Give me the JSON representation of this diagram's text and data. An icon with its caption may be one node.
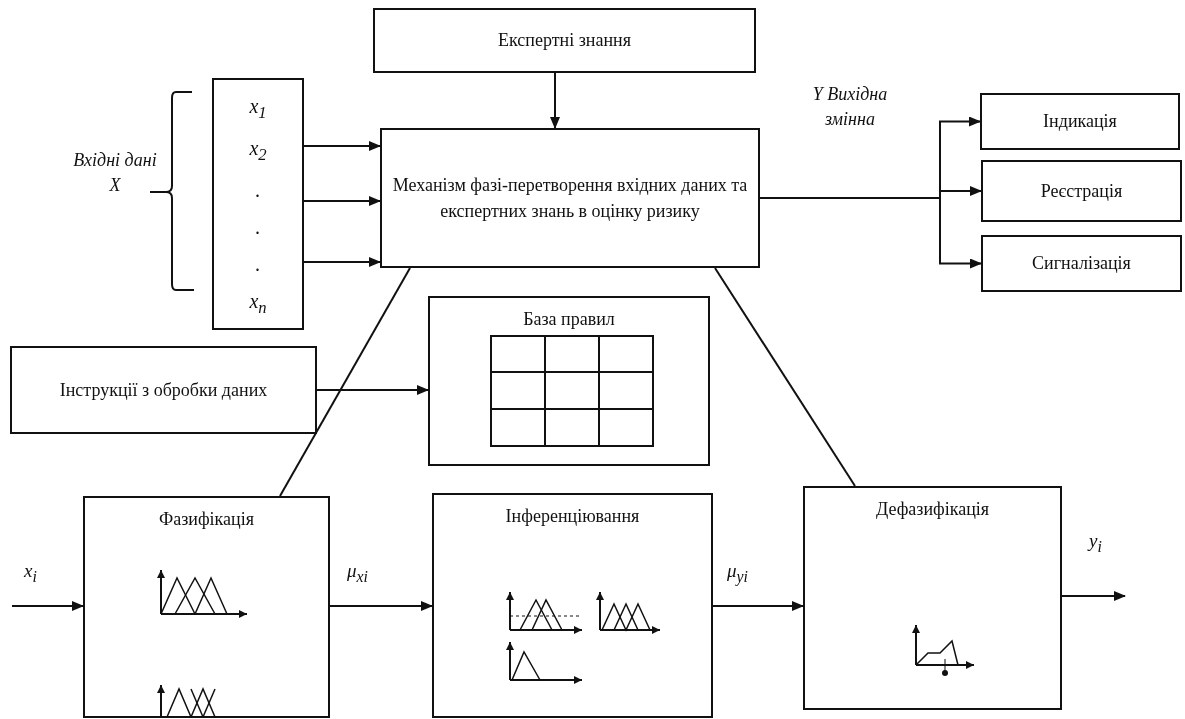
{
  "diagram": {
    "nodes": [
      {
        "text": [
          "Експертні знання"
        ]
      },
      {
        "text": [
          "x$_{1}$",
          "x$_{2}$",
          ".",
          ".",
          ".",
          "x$_{n}$"
        ]
      },
      {
        "text": [
          "Механізм фазі-перетворення вхідних даних та експертних знань в оцінку ризику"
        ]
      },
      {
        "text": [
          "Індикація"
        ]
      },
      {
        "text": [
          "Реєстрація"
        ]
      },
      {
        "text": [
          "Сигналізація"
        ]
      },
      {
        "text": [
          "База правил"
        ]
      },
      {
        "text": [
          "Інструкції з обробки даних"
        ]
      },
      {
        "text": [
          "Фазифікація"
        ]
      },
      {
        "text": [
          "Інференціювання"
        ]
      },
      {
        "text": [
          "Дефазифікація"
        ]
      }
    ],
    "edges": [
      {
        "from": 0,
        "to": 2,
        "arrow": "to"
      },
      {
        "from": 1,
        "to": 2,
        "arrow": "to"
      },
      {
        "from": 1,
        "to": 2,
        "arrow": "to"
      },
      {
        "from": 1,
        "to": 2,
        "arrow": "to"
      },
      {
        "from": 2,
        "to": 3,
        "arrow": "to"
      },
      {
        "from": 2,
        "to": 4,
        "arrow": "to"
      },
      {
        "from": 2,
        "to": 5,
        "arrow": "to"
      },
      {
        "from": 7,
        "to": 6,
        "arrow": "to"
      },
      {
        "from": 2,
        "to": 8,
        "arrow": "none"
      },
      {
        "from": 2,
        "to": 10,
        "arrow": "none"
      },
      {
        "from": null,
        "to": 8,
        "arrow": "to",
        "label": "x$_{i}$"
      },
      {
        "from": 8,
        "to": 9,
        "arrow": "to",
        "label": "μ$_{xi}$"
      },
      {
        "from": 9,
        "to": 10,
        "arrow": "to",
        "label": "μ$_{yi}$"
      },
      {
        "from": 10,
        "to": null,
        "arrow": "to",
        "label": "y$_{i}$"
      }
    ],
    "labels": [
      "Вхідні дані X",
      "Y Вихідна змінна"
    ]
  }
}
